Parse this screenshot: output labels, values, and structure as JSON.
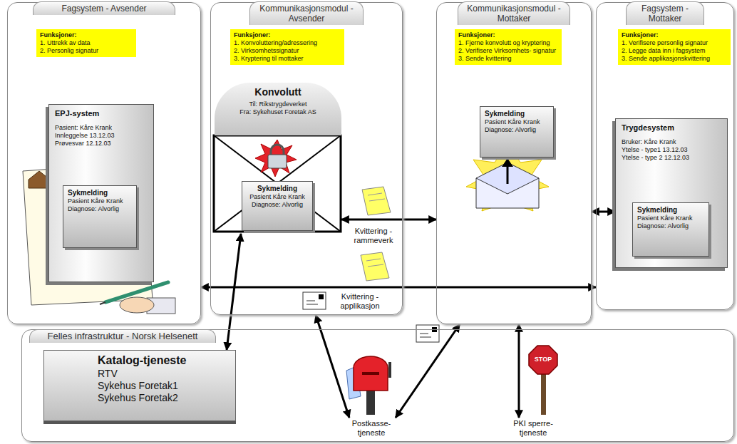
{
  "diagram": {
    "nodes": [
      {
        "text": [
          "Fagsystem - Avsender"
        ]
      },
      {
        "text": [
          "Funksjoner:",
          "1. Uttrekk av data",
          "2. Personlig signatur"
        ],
        "in": 0
      },
      {
        "text": [
          "EPJ-system",
          "Pasient: Kåre Krank",
          "Innleggelse 13.12.03",
          "Prøvesvar 12.12.03"
        ],
        "in": 0
      },
      {
        "text": [
          "Sykmelding",
          "Pasient Kåre Krank",
          "Diagnose: Alvorlig"
        ],
        "in": 2
      },
      {
        "text": [
          "Kommunikasjonsmodul - Avsender"
        ]
      },
      {
        "text": [
          "Funksjoner:",
          "1. Konvoluttering/adressering",
          "2. Virksomhetssignatur",
          "3. Kryptering til mottaker"
        ],
        "in": 4
      },
      {
        "text": [
          "Konvolutt",
          "Til: Rikstrygdeverket",
          "Fra: Sykehuset Foretak AS"
        ],
        "in": 4
      },
      {
        "text": [
          "Sykmelding",
          "Pasient Kåre Krank",
          "Diagnose: Alvorlig"
        ],
        "in": 6
      },
      {
        "text": [
          "Kommunikasjonsmodul - Mottaker"
        ]
      },
      {
        "text": [
          "Funksjoner:",
          "1. Fjerne konvolutt og kryptering",
          "2. Verifisere Virksomhets- signatur",
          "3. Sende kvittering"
        ],
        "in": 8
      },
      {
        "text": [
          "Sykmelding",
          "Pasient Kåre Krank",
          "Diagnose: Alvorlig"
        ],
        "in": 8
      },
      {
        "text": [
          "Fagsystem - Mottaker"
        ]
      },
      {
        "text": [
          "Funksjoner:",
          "1. Verifisere personlig signatur",
          "2. Legge data inn i fagsystem",
          "3. Sende applikasjonskvittering"
        ],
        "in": 11
      },
      {
        "text": [
          "Trygdesystem",
          "Bruker: Kåre Krank",
          "Ytelse - type1 13.12.03",
          "Ytelse - type 2 12.12.03"
        ],
        "in": 11
      },
      {
        "text": [
          "Sykmelding",
          "Pasient Kåre Krank",
          "Diagnose: Alvorlig"
        ],
        "in": 13
      },
      {
        "text": [
          "Felles infrastruktur - Norsk Helsenett"
        ]
      },
      {
        "text": [
          "Katalog-tjeneste",
          "RTV",
          "Sykehus Foretak1",
          "Sykehus Foretak2"
        ],
        "in": 15
      },
      {
        "text": [
          "Postkasse- tjeneste"
        ],
        "in": 15
      },
      {
        "text": [
          "PKI sperre- tjeneste"
        ],
        "in": 15
      }
    ],
    "edges": [
      {
        "from": 6,
        "to": 8,
        "arrow": "both",
        "label": "Kvittering - rammeverk"
      },
      {
        "from": 8,
        "to": 13,
        "arrow": "both"
      },
      {
        "from": 0,
        "to": 11,
        "arrow": "both",
        "label": "Kvittering - applikasjon"
      },
      {
        "from": 16,
        "to": 6,
        "arrow": "both"
      },
      {
        "from": 17,
        "to": 4,
        "arrow": "both"
      },
      {
        "from": 17,
        "to": 8,
        "arrow": "both"
      },
      {
        "from": 18,
        "to": 8,
        "arrow": "both"
      }
    ],
    "labels": [
      "STOP"
    ]
  }
}
